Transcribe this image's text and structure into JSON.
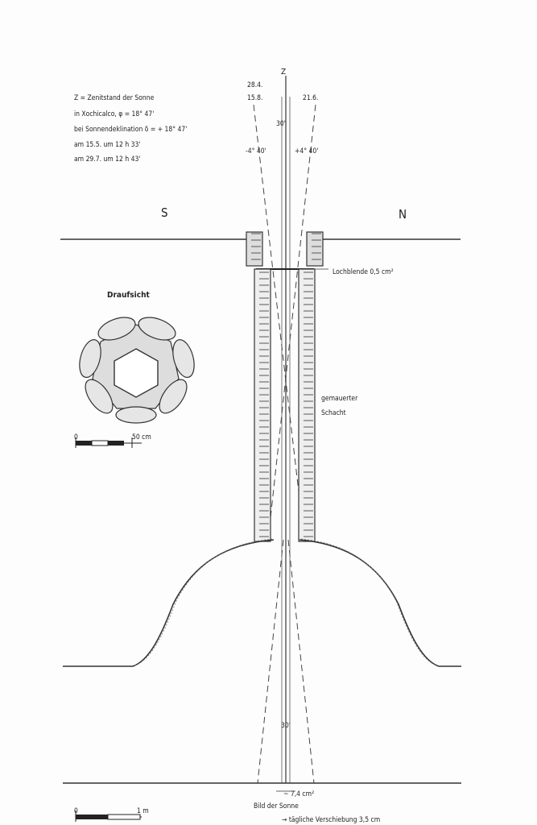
{
  "legend": {
    "line1": "Z = Zenitstand der Sonne",
    "line2": "in Xochicalco, φ = 18° 47'",
    "line3": "bei Sonnendeklination δ = + 18° 47'",
    "line4": "am 15.5. um 12 h 33'",
    "line5": "am 29.7. um 12 h 43'"
  },
  "zenith": {
    "label": "Z",
    "angle_top": "30'",
    "angle_bottom": "30'"
  },
  "dates": {
    "left_a": "28.4.",
    "left_b": "15.8.",
    "right": "21.6."
  },
  "angles": {
    "left": "-4° 40'",
    "right": "+4° 40'"
  },
  "directions": {
    "south": "S",
    "north": "N"
  },
  "labels": {
    "aperture": "Lochblende 0,5 cm²",
    "shaft_line1": "gemauerter",
    "shaft_line2": "Schacht",
    "plan_view": "Draufsicht",
    "image_size": "~ 7,4 cm²",
    "image_of_sun": "Bild der Sonne",
    "daily_shift": "→ tägliche Verschiebung 3,5 cm"
  },
  "scales": {
    "plan": {
      "start": "0",
      "end": "50 cm"
    },
    "main": {
      "start": "0",
      "end": "1 m"
    }
  }
}
